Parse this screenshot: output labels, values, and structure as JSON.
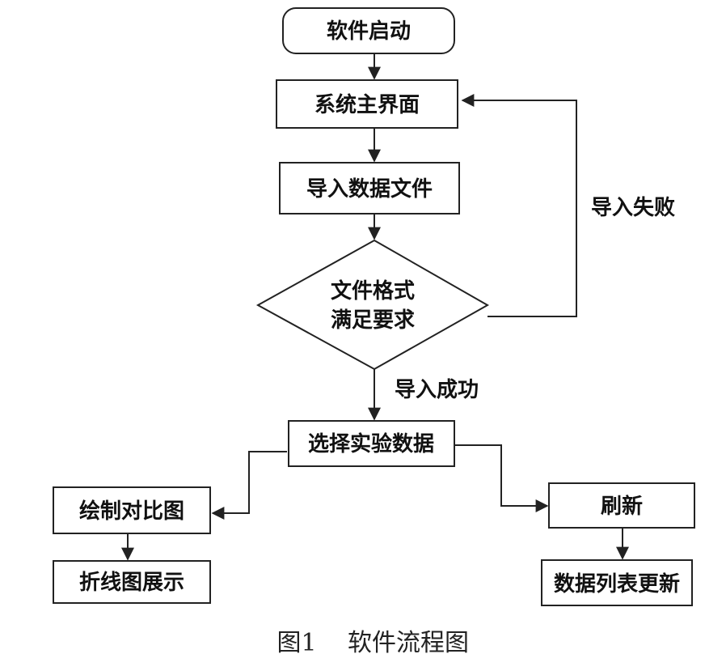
{
  "nodes": {
    "start": "软件启动",
    "main_ui": "系统主界面",
    "import_file": "导入数据文件",
    "check_line1": "文件格式",
    "check_line2": "满足要求",
    "select_data": "选择实验数据",
    "draw_compare": "绘制对比图",
    "line_chart": "折线图展示",
    "refresh": "刷新",
    "list_update": "数据列表更新"
  },
  "edges": {
    "fail_label": "导入失败",
    "success_label": "导入成功"
  },
  "caption": {
    "figure_no": "图1",
    "title": "软件流程图"
  }
}
